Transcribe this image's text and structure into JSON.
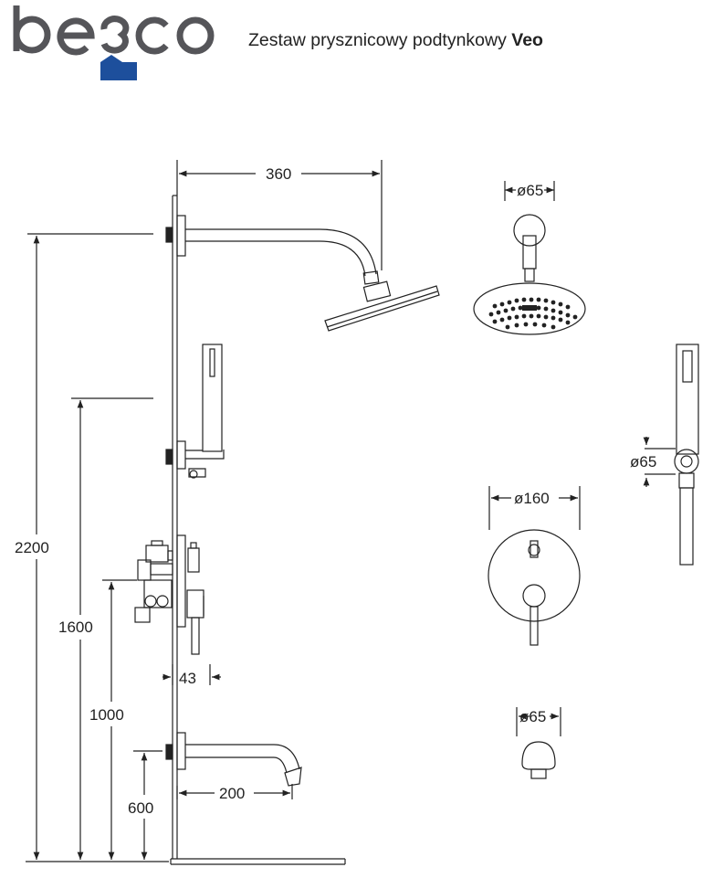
{
  "brand": {
    "logo_text": "besco",
    "logo_color": "#555559",
    "accent_color": "#1d4f9c"
  },
  "header": {
    "title_prefix": "Zestaw prysznicowy podtynkowy",
    "title_model": "Veo"
  },
  "dimensions": {
    "arm_length": "360",
    "showerhead_flange_diameter": "ø65",
    "total_height": "2200",
    "hand_holder_height": "1600",
    "mixer_height": "1000",
    "spout_height": "600",
    "mixer_depth": "43",
    "spout_length": "200",
    "mixer_plate_diameter": "ø160",
    "hand_holder_diameter": "ø65",
    "spout_flange_diameter": "ø65"
  }
}
